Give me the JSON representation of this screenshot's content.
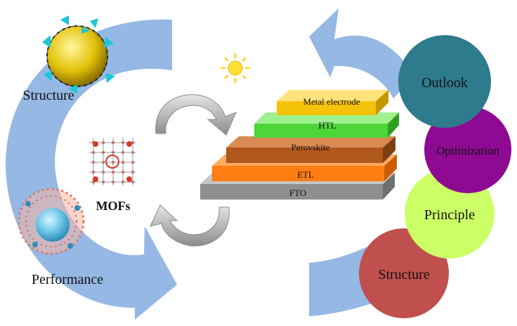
{
  "left_panel": {
    "structure_label": "Structure",
    "performance_label": "Performance",
    "mofs_label": "MOFs"
  },
  "device_stack": {
    "layers": [
      {
        "label": "Metal electrode",
        "color": "#f5c30a"
      },
      {
        "label": "HTL",
        "color": "#4cd637"
      },
      {
        "label": "Perovskite",
        "color": "#b0571c"
      },
      {
        "label": "ETL",
        "color": "#ff7d12"
      },
      {
        "label": "FTO",
        "color": "#8f8f8f"
      }
    ]
  },
  "circles": [
    {
      "label": "Outlook",
      "color": "#2e7b8e"
    },
    {
      "label": "Optimization",
      "color": "#8f0a92"
    },
    {
      "label": "Principle",
      "color": "#ccff66"
    },
    {
      "label": "Structure",
      "color": "#c0504d"
    }
  ],
  "colors": {
    "arrow_blue": "#8fb4e3",
    "cycle_arrow_gray": "#9a9a9a",
    "sun": "#ffe135"
  }
}
